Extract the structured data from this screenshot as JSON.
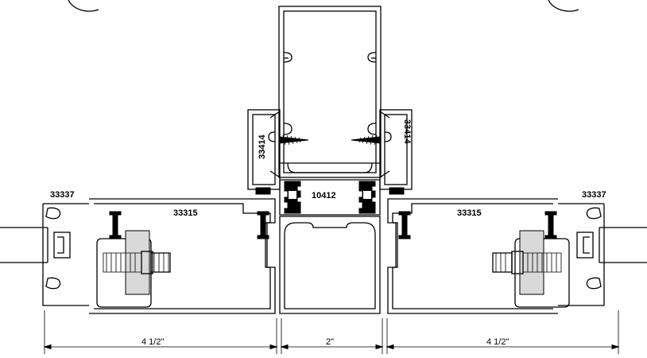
{
  "labels": {
    "left_adaptor": "33337",
    "right_adaptor": "33337",
    "left_frame": "33315",
    "right_frame": "33315",
    "center_mullion": "10412",
    "left_clip": "33414",
    "right_clip": "33414"
  },
  "dimensions": {
    "left_width": "4 1/2\"",
    "center_width": "2\"",
    "right_width": "4 1/2\""
  }
}
